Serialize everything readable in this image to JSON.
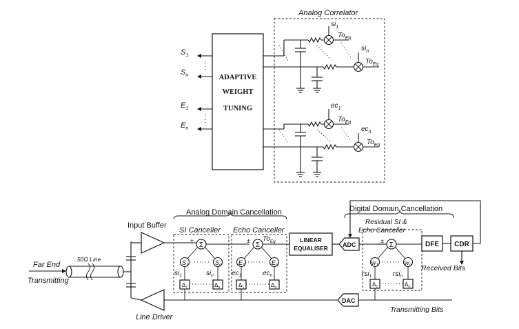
{
  "top": {
    "correlator_title": "Analog Correlator",
    "awt_lines": [
      "ADAPTIVE",
      "WEIGHT",
      "TUNING"
    ],
    "outputs": {
      "s1": "S",
      "s1_sub": "1",
      "sn": "S",
      "sn_sub": "n",
      "e1": "E",
      "e1_sub": "1",
      "en": "E",
      "en_sub": "n"
    },
    "inputs": {
      "si1": "si",
      "si1_sub": "1",
      "sin": "si",
      "sin_sub": "n",
      "ec1": "ec",
      "ec1_sub": "1",
      "ecn": "ec",
      "ecn_sub": "n"
    },
    "toeq": "To",
    "toeq_sub": "Eq"
  },
  "bottom": {
    "analog_cancellation": "Analog Domain Cancellation",
    "digital_cancellation": "Digital Domain Cancellation",
    "input_buffer": "Input Buffer",
    "line_driver": "Line Driver",
    "si_canceller": "SI Canceller",
    "echo_canceller": "Echo Canceller",
    "linear_equaliser": [
      "LINEAR",
      "EQUALISER"
    ],
    "adc": "ADC",
    "dac": "DAC",
    "dfe": "DFE",
    "cdr": "CDR",
    "residual": [
      "Residual SI &",
      "Echo Canceller"
    ],
    "received_bits": "Received Bits",
    "transmitting_bits": "Transmitting Bits",
    "far_end": [
      "Far End",
      "Transmitting"
    ],
    "line": "50Ω Line",
    "sigma": "Σ",
    "plus": "±",
    "weights": {
      "S": "S",
      "E": "E",
      "w": "w",
      "sub1": "1",
      "subn": "n"
    },
    "taps": {
      "si": "si",
      "ec": "ec",
      "rsi": "rsi",
      "sub1": "1",
      "subn": "n"
    },
    "delay": "Δ",
    "toeq": "To",
    "toeq_sub": "Eq"
  }
}
